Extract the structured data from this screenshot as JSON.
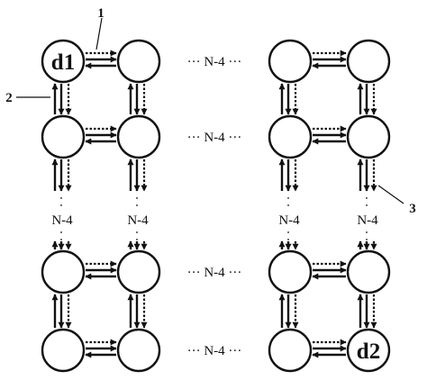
{
  "nodes": {
    "top_left_label": "d1",
    "bottom_right_label": "d2"
  },
  "ellipsis_label": "N-4",
  "callouts": [
    "1",
    "2",
    "3"
  ],
  "colors": {
    "stroke": "#111111",
    "node_fill": "#ffffff",
    "background": "#ffffff"
  }
}
